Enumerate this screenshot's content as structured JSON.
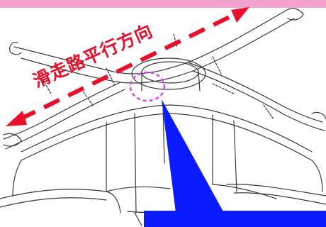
{
  "label": {
    "text": "滑走路平行方向"
  },
  "colors": {
    "top_band": "#f4a3cf",
    "arrow": "#e8102a",
    "circle_mark": "#d946ef",
    "callout": "#0a1cff",
    "label_text": "#e8102a",
    "line": "#3a3a3a"
  },
  "icons": {
    "arrow_left": "arrowhead-left",
    "arrow_right": "arrowhead-right"
  }
}
